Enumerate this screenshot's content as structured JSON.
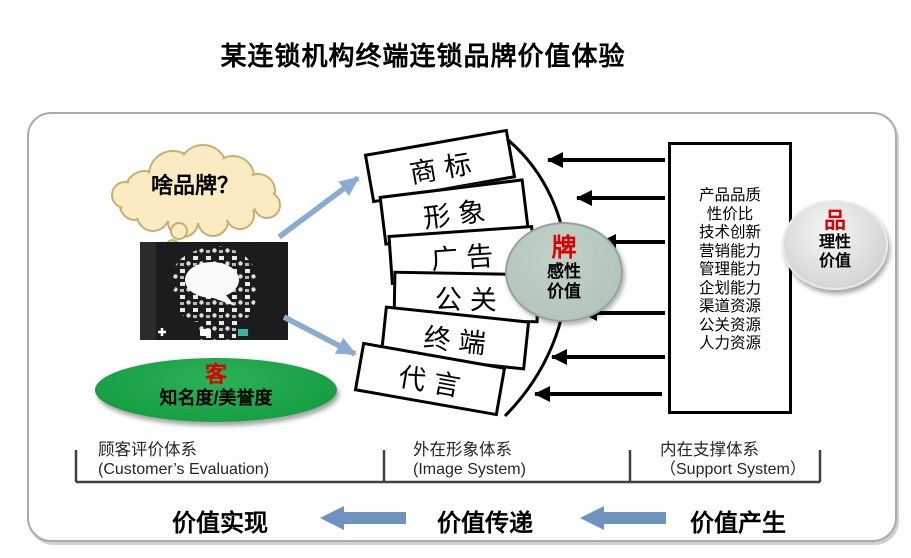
{
  "title": "某连锁机构终端连锁品牌价值体验",
  "thought_bubble": {
    "text": "啥品牌？"
  },
  "customer_ellipse": {
    "tag": "客",
    "label": "知名度/美誉度"
  },
  "brand_items": [
    "商标",
    "形象",
    "广告",
    "公关",
    "终端",
    "代言"
  ],
  "emotional_value": {
    "tag": "牌",
    "lines": [
      "感性",
      "价值"
    ]
  },
  "rational_value": {
    "tag": "品",
    "lines": [
      "理性",
      "价值"
    ]
  },
  "support_items": [
    "产品品质",
    "性价比",
    "技术创新",
    "营销能力",
    "管理能力",
    "企划能力",
    "渠道资源",
    "公关资源",
    "人力资源"
  ],
  "systems": [
    {
      "zh": "顾客评价体系",
      "en": "(Customer’s Evaluation)"
    },
    {
      "zh": "外在形象体系",
      "en": "(Image System)"
    },
    {
      "zh": "内在支撑体系",
      "en": "（Support System）"
    }
  ],
  "flow_labels": [
    "价值实现",
    "价值传递",
    "价值产生"
  ],
  "colors": {
    "green": "#18A045",
    "sage": "#B7C9BF",
    "gray_ellipse": "#D9D9D9",
    "steel_blue": "#6E93BE",
    "arrow_blue": "#8BACD0",
    "red_accent": "#DD0000",
    "cloud_fill": "#FBEBC3",
    "outline_black": "#000000"
  }
}
